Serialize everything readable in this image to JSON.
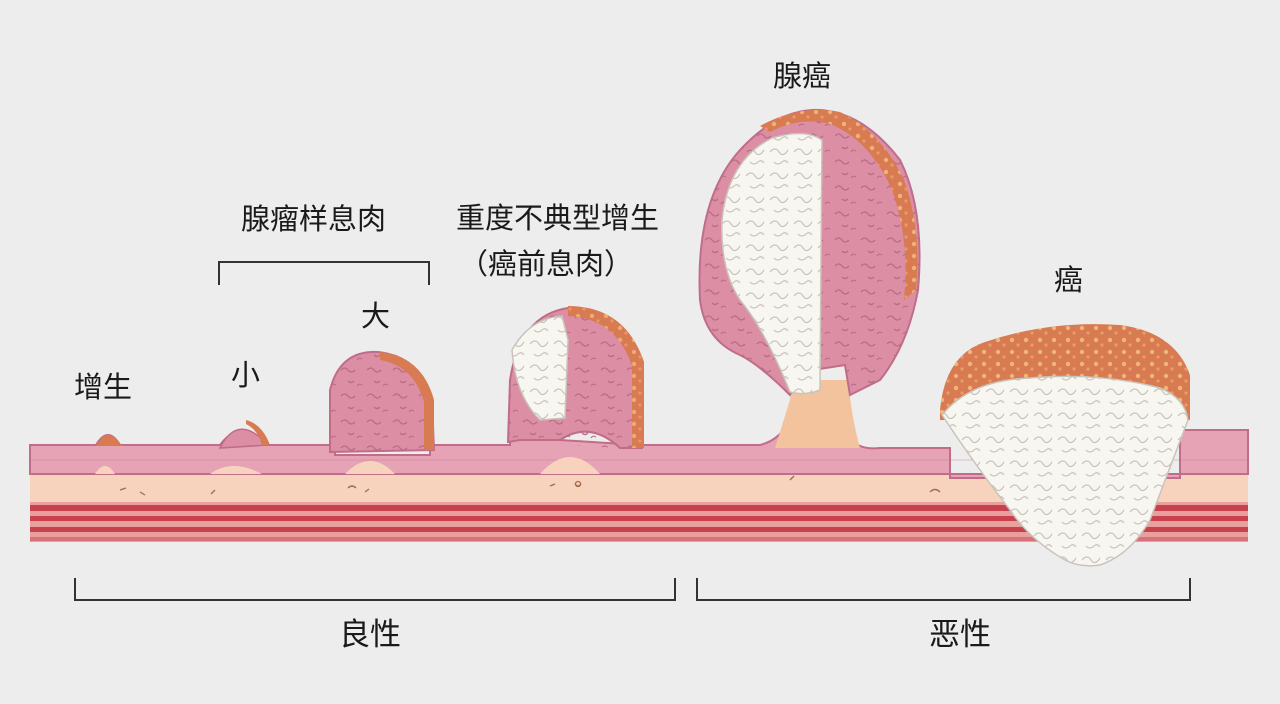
{
  "stages": {
    "hyperplasia": "增生",
    "adenomatous_polyp": "腺瘤样息肉",
    "small": "小",
    "large": "大",
    "severe_dysplasia": "重度不典型增生",
    "precancerous_polyp": "（癌前息肉）",
    "adenocarcinoma": "腺癌",
    "cancer": "癌"
  },
  "categories": {
    "benign": "良性",
    "malignant": "恶性"
  },
  "colors": {
    "background": "#ededee",
    "mucosa": "#e6a3b6",
    "mucosa_outline": "#c06d89",
    "submucosa": "#f7d3bd",
    "muscle_dark": "#c8414f",
    "muscle_light": "#e9a09c",
    "polyp_body": "#dc8ea5",
    "polyp_cap": "#d87a52",
    "tumor_white": "#f8f6f0",
    "stalk": "#f2c39c",
    "bracket": "#333333"
  }
}
